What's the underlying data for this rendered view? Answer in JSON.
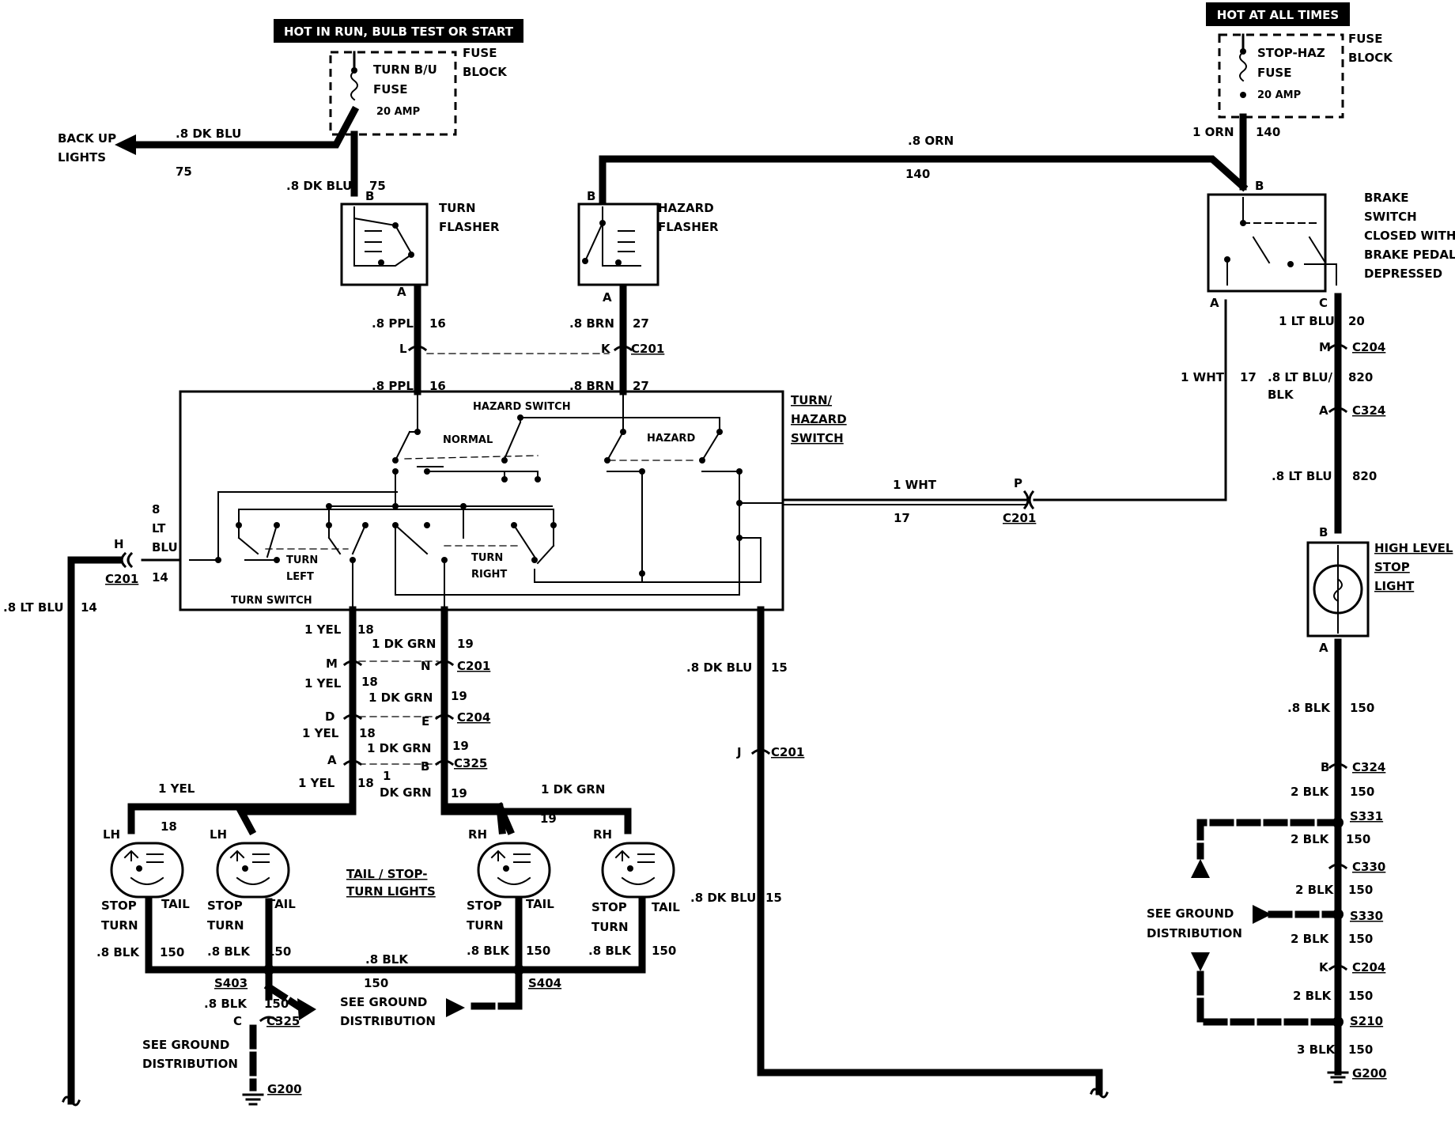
{
  "banners": {
    "left": "HOT IN RUN, BULB TEST OR START",
    "right": "HOT AT ALL TIMES"
  },
  "fuse_left": {
    "name_line1": "TURN B/U",
    "name_line2": "FUSE",
    "rating": "20 AMP",
    "block_line1": "FUSE",
    "block_line2": "BLOCK"
  },
  "fuse_right": {
    "name_line1": "STOP-HAZ",
    "name_line2": "FUSE",
    "rating": "20 AMP",
    "block_line1": "FUSE",
    "block_line2": "BLOCK"
  },
  "backup": {
    "label_line1": "BACK UP",
    "label_line2": "LIGHTS",
    "wire": ".8 DK BLU",
    "circuit": "75"
  },
  "turn_flasher": {
    "label_line1": "TURN",
    "label_line2": "FLASHER",
    "in_wire": ".8 DK BLU",
    "in_circuit": "75",
    "pin_b": "B",
    "pin_a": "A",
    "out_wire": ".8 PPL",
    "out_circuit": "16",
    "conn_pin": "L"
  },
  "hazard_flasher": {
    "label_line1": "HAZARD",
    "label_line2": "FLASHER",
    "pin_b": "B",
    "pin_a": "A",
    "out_wire": ".8 BRN",
    "out_circuit": "27",
    "conn_pin": "K",
    "conn": "C201"
  },
  "orn_wire": {
    "top": ".8 ORN",
    "circuit": "140",
    "fuse_out": "1 ORN",
    "fuse_circuit": "140"
  },
  "brake_switch": {
    "pin_b": "B",
    "pin_a": "A",
    "pin_c": "C",
    "label": [
      "BRAKE",
      "SWITCH",
      "CLOSED WITH",
      "BRAKE PEDAL",
      "DEPRESSED"
    ]
  },
  "turn_hazard_switch": {
    "title": [
      "TURN/",
      "HAZARD",
      "SWITCH"
    ],
    "hazard_switch": "HAZARD SWITCH",
    "normal": "NORMAL",
    "hazard": "HAZARD",
    "turn_switch": "TURN SWITCH",
    "turn_left": [
      "TURN",
      "LEFT"
    ],
    "turn_right": [
      "TURN",
      "RIGHT"
    ],
    "ppl_wire": ".8 PPL",
    "ppl_circuit": "16",
    "brn_wire": ".8 BRN",
    "brn_circuit": "27"
  },
  "left_feed": {
    "wire": [
      "8",
      "LT",
      "BLU"
    ],
    "pin": "H",
    "conn": "C201",
    "circuit": "14",
    "outer_wire": ".8 LT BLU",
    "outer_circuit": "14"
  },
  "white_wire": {
    "wire": "1 WHT",
    "circuit": "17",
    "pin": "P",
    "conn": "C201",
    "right_wire": "1 WHT",
    "right_circuit": "17"
  },
  "brake_out": {
    "w1": "1 LT BLU",
    "c1": "20",
    "pin_m": "M",
    "conn1": "C204",
    "w2": ".8 LT BLU/",
    "w2b": "BLK",
    "c2": "820",
    "pin_a": "A",
    "conn2": "C324",
    "w3": ".8 LT BLU",
    "c3": "820"
  },
  "high_level": {
    "label": [
      "HIGH LEVEL",
      "STOP",
      "LIGHT"
    ],
    "pin_b": "B",
    "pin_a": "A"
  },
  "hl_ground": {
    "w1": ".8 BLK",
    "c1": "150",
    "pin_b": "B",
    "conn1": "C324",
    "w2": "2 BLK",
    "c2": "150",
    "s331": "S331",
    "w3": "2 BLK",
    "c3": "150",
    "conn2": "C330",
    "w4": "2 BLK",
    "c4": "150",
    "s330": "S330",
    "w5": "2 BLK",
    "c5": "150",
    "pin_k": "K",
    "conn3": "C204",
    "w6": "2 BLK",
    "c6": "150",
    "s210": "S210",
    "w7": "3 BLK",
    "c7": "150",
    "g200": "G200",
    "see": [
      "SEE GROUND",
      "DISTRIBUTION"
    ]
  },
  "yel_grn": {
    "yel1": "1 YEL",
    "yc1": "18",
    "grn1": "1 DK GRN",
    "gc1": "19",
    "pin_m": "M",
    "pin_n": "N",
    "conn1": "C201",
    "yel2": "1 YEL",
    "yc2": "18",
    "grn2": "1 DK GRN",
    "gc2": "19",
    "pin_d": "D",
    "pin_e": "E",
    "conn2": "C204",
    "yel3": "1 YEL",
    "yc3": "18",
    "grn3": "1 DK GRN",
    "gc3": "19",
    "pin_a": "A",
    "pin_b": "B",
    "conn3": "C325",
    "yel4": "1 YEL",
    "yc4": "18",
    "grn4a": "1",
    "grn4b": "DK GRN",
    "gc4": "19",
    "yel5": "1 YEL",
    "yc5": "18",
    "grn5": "1 DK GRN",
    "gc5": "19"
  },
  "blu15": {
    "w1": ".8 DK BLU",
    "c1": "15",
    "pin_j": "J",
    "conn": "C201",
    "w2": ".8 DK BLU",
    "c2": "15"
  },
  "lamps": {
    "lh": "LH",
    "rh": "RH",
    "stop": "STOP",
    "turn": "TURN",
    "tail": "TAIL",
    "title": [
      "TAIL / STOP-",
      "TURN LIGHTS"
    ],
    "blk": ".8 BLK",
    "circuit": "150"
  },
  "lamp_ground": {
    "s403": "S403",
    "s404": "S404",
    "blk_mid": ".8 BLK",
    "c_mid": "150",
    "blk_down": ".8 BLK",
    "c_down": "150",
    "pin_c": "C",
    "conn": "C325",
    "g200": "G200",
    "see_mid": [
      "SEE GROUND",
      "DISTRIBUTION"
    ],
    "see_low": [
      "SEE GROUND",
      "DISTRIBUTION"
    ]
  }
}
